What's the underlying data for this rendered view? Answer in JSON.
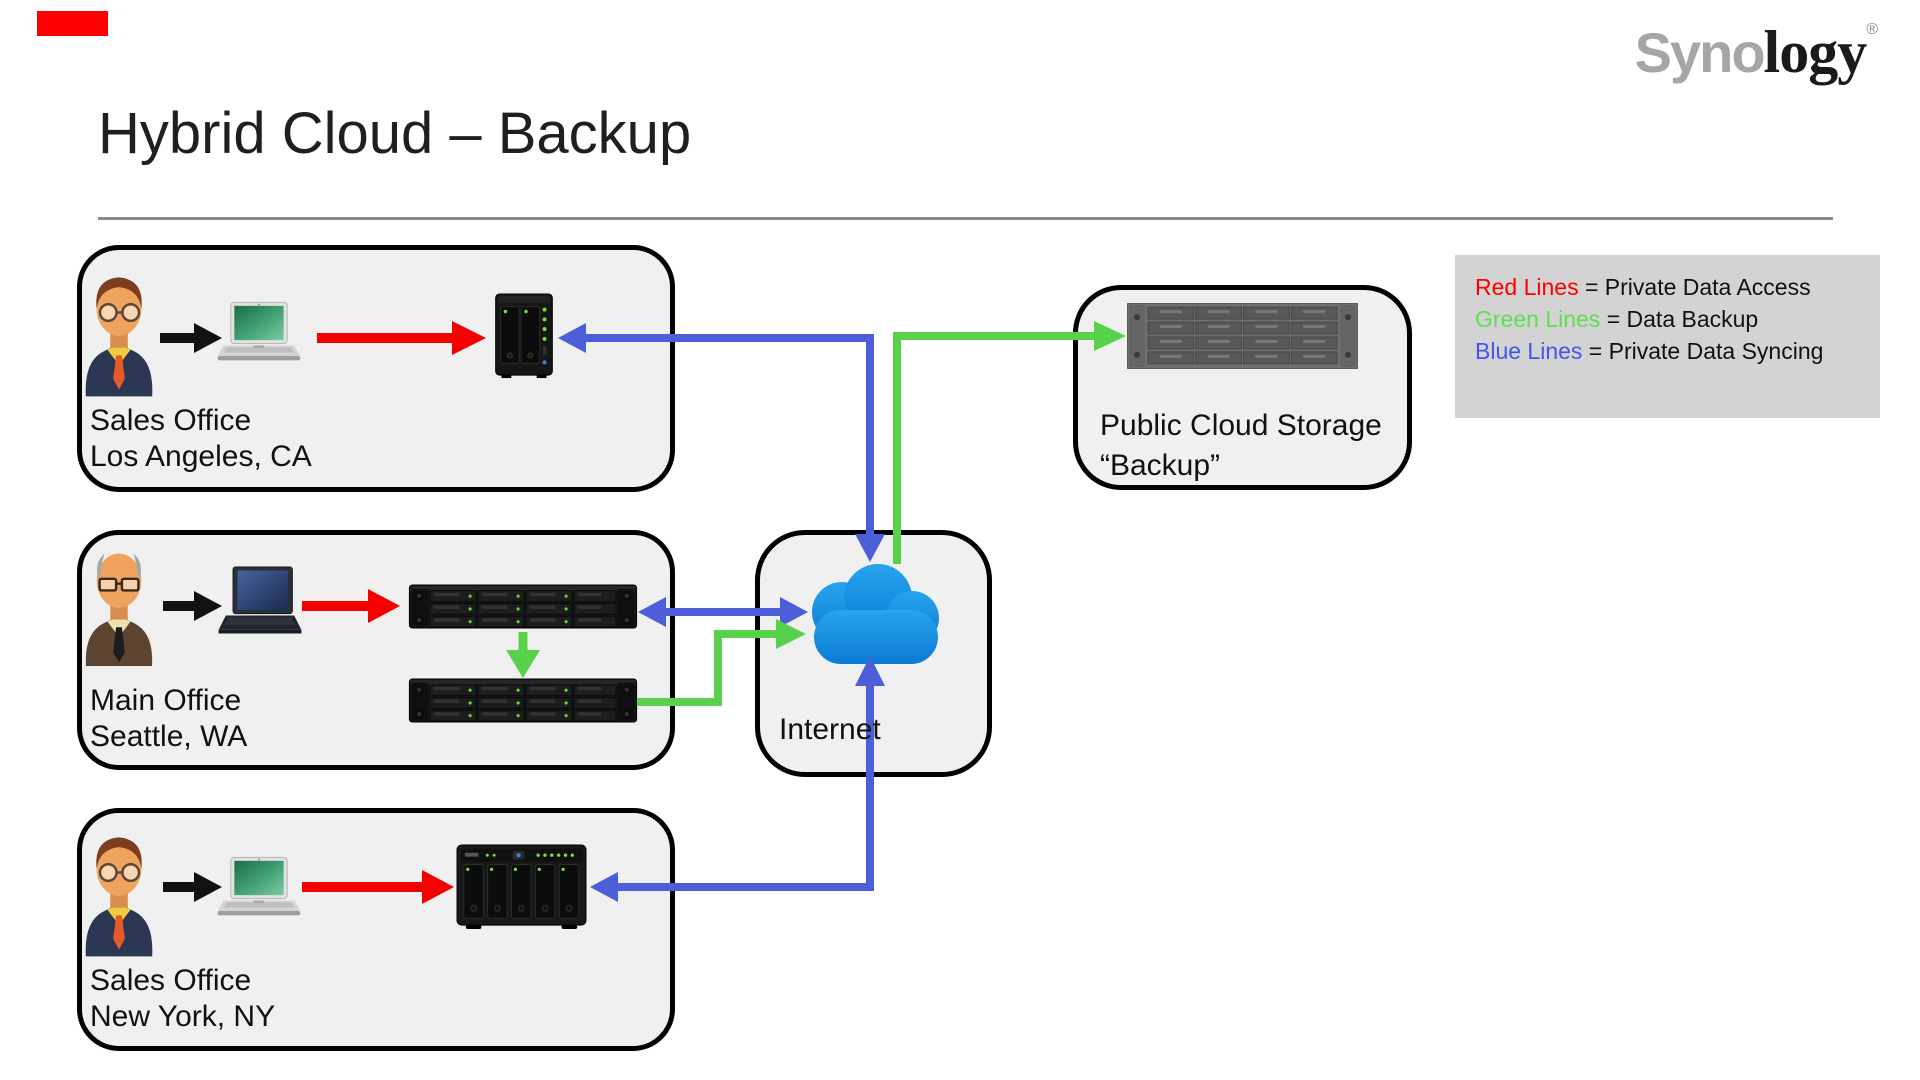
{
  "logo": {
    "gray": "Syno",
    "black": "logy",
    "reg": "®"
  },
  "title": "Hybrid Cloud – Backup",
  "legend": {
    "items": [
      {
        "label": "Red Lines",
        "rest": " = Private Data Access"
      },
      {
        "label": "Green Lines",
        "rest": " = Data Backup"
      },
      {
        "label": "Blue Lines",
        "rest": " = Private Data Syncing"
      }
    ]
  },
  "nodes": {
    "sales_la": {
      "line1": "Sales Office",
      "line2": "Los Angeles, CA"
    },
    "main_office": {
      "line1": "Main Office",
      "line2": "Seattle, WA"
    },
    "sales_ny": {
      "line1": "Sales Office",
      "line2": "New York, NY"
    },
    "internet": {
      "label": "Internet"
    },
    "public_cloud": {
      "line1": "Public Cloud Storage",
      "line2": "“Backup”"
    }
  },
  "colors": {
    "red_line": "#f40000",
    "green_line": "#57d24a",
    "blue_line": "#4c5fd9",
    "legend_red": "#ff0000",
    "legend_green": "#5ee04e",
    "legend_blue": "#4455ee",
    "cloud_blue": "#1593e6",
    "box_fill": "#f0f0f0"
  }
}
